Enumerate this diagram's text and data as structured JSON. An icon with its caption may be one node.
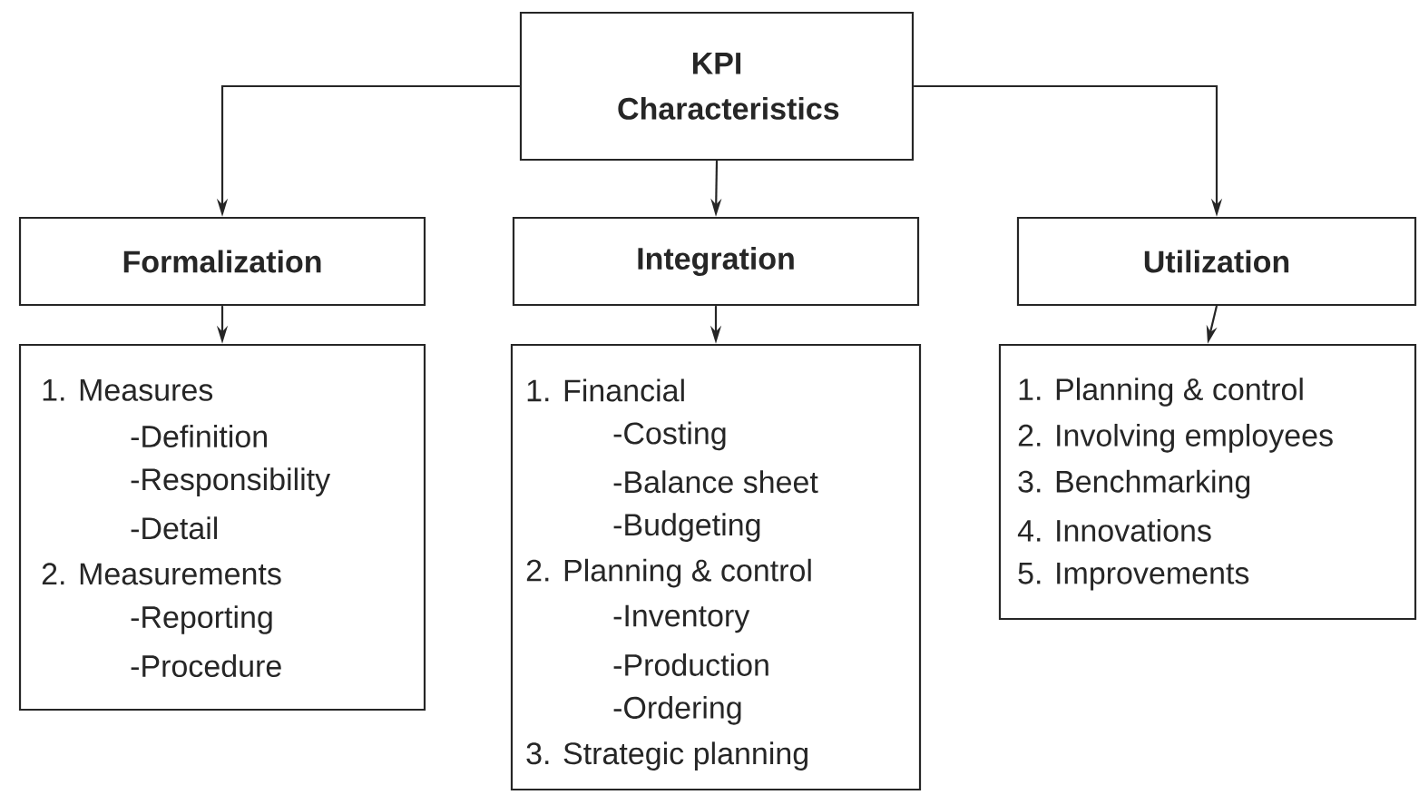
{
  "diagram": {
    "nodes": [
      {
        "text": [
          "KPI Characteristics"
        ]
      },
      {
        "text": [
          "Formalization"
        ]
      },
      {
        "text": [
          "Integration"
        ]
      },
      {
        "text": [
          "Utilization"
        ]
      },
      {
        "text": [
          "1. Measures",
          "-Definition",
          "-Responsibility",
          "-Detail",
          "2. Measurements",
          "-Reporting",
          "-Procedure"
        ]
      },
      {
        "text": [
          "1. Financial",
          "-Costing",
          "-Balance sheet",
          "-Budgeting",
          "2. Planning & control",
          "-Inventory",
          "-Production",
          "-Ordering",
          "3. Strategic planning"
        ]
      },
      {
        "text": [
          "1. Planning & control",
          "2. Involving employees",
          "3. Benchmarking",
          "4. Innovations",
          "5. Improvements"
        ]
      }
    ],
    "edges": [
      {
        "from": 0,
        "to": 1,
        "arrow": "to"
      },
      {
        "from": 0,
        "to": 2,
        "arrow": "to"
      },
      {
        "from": 0,
        "to": 3,
        "arrow": "to"
      },
      {
        "from": 1,
        "to": 4,
        "arrow": "to"
      },
      {
        "from": 2,
        "to": 5,
        "arrow": "to"
      },
      {
        "from": 3,
        "to": 6,
        "arrow": "to"
      }
    ]
  }
}
